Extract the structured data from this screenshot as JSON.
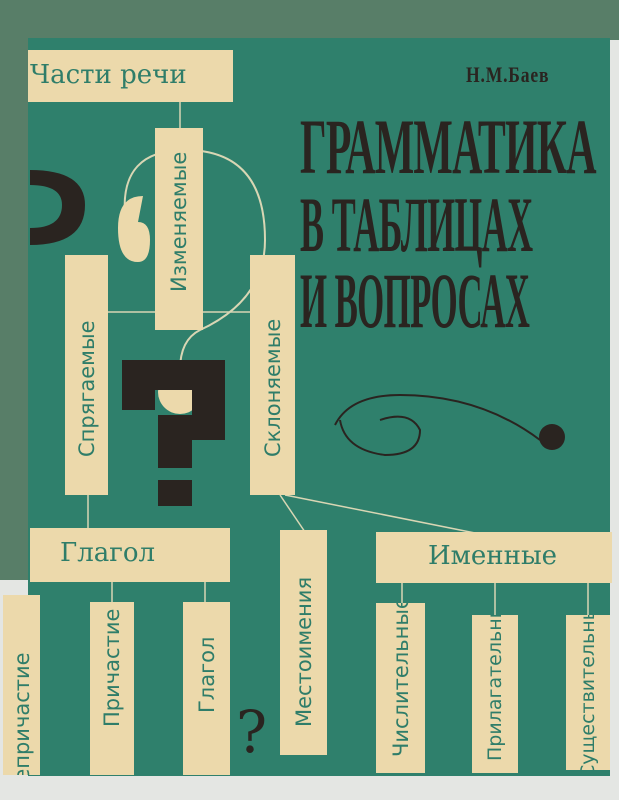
{
  "cover": {
    "author": "Н.М.Баев",
    "title_lines": [
      "ГРАММАТИКА",
      "В ТАБЛИЦАХ",
      "И ВОПРОСАХ"
    ],
    "diagram": {
      "root": "Части речи",
      "changeable": "Изменяемые",
      "conjugated": "Спрягаемые",
      "declined": "Склоняемые",
      "verb_group": "Глагол",
      "nominal_group": "Именные",
      "pronouns": "Местоимения",
      "verb_items": [
        "Деепричастие",
        "Причастие",
        "Глагол"
      ],
      "nominal_items": [
        "Числительные",
        "Прилагательные",
        "Существительные"
      ]
    },
    "colors": {
      "teal": "#2f806c",
      "beige": "#ecd9ab",
      "dark": "#2a2420"
    }
  }
}
